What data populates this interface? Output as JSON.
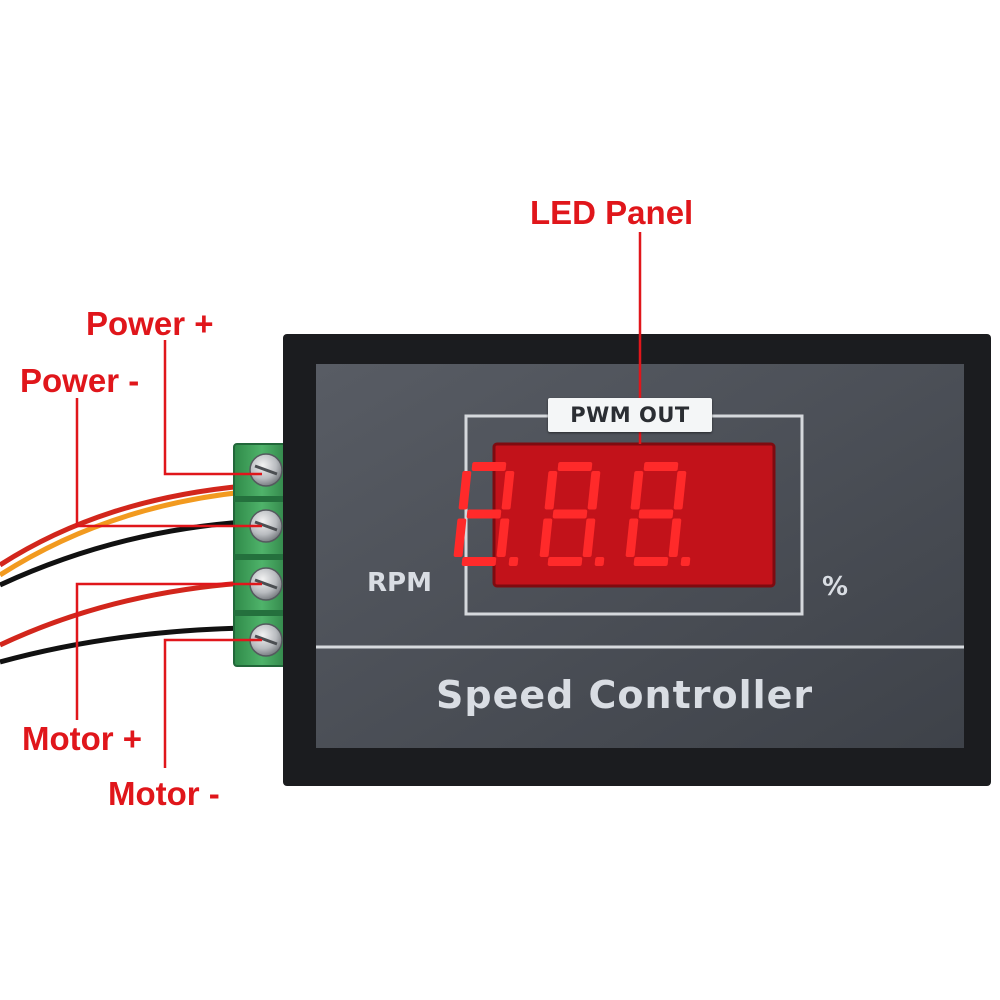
{
  "callouts": {
    "led_panel": "LED Panel",
    "power_plus": "Power +",
    "power_minus": "Power -",
    "motor_plus": "Motor +",
    "motor_minus": "Motor -"
  },
  "panel": {
    "badge": "PWM OUT",
    "unit_left": "RPM",
    "unit_right": "%",
    "title": "Speed Controller",
    "display_digits": [
      "8",
      "8",
      "8"
    ]
  },
  "colors": {
    "callout_red": "#e0161b",
    "housing": "#1b1c1f",
    "face": "#4a4e56",
    "led_window": "#c2121a",
    "led_segment": "#ff2a2a",
    "terminal_green": "#3fa15a",
    "wire_red": "#d2261c",
    "wire_orange": "#f29a1f",
    "wire_black": "#111111",
    "panel_text": "#d9dde3"
  }
}
